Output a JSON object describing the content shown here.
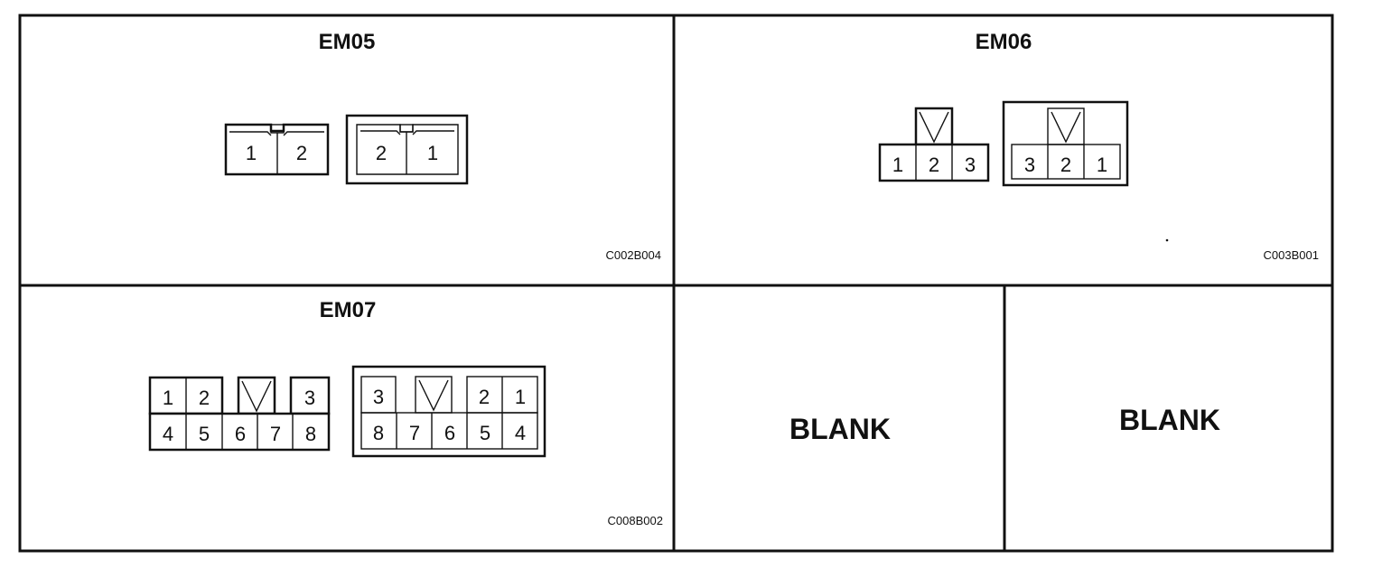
{
  "panels": {
    "em05": {
      "title": "EM05",
      "code": "C002B004",
      "left_pins": [
        "1",
        "2"
      ],
      "right_pins": [
        "2",
        "1"
      ]
    },
    "em06": {
      "title": "EM06",
      "code": "C003B001",
      "left_pins": [
        "1",
        "2",
        "3"
      ],
      "right_pins": [
        "3",
        "2",
        "1"
      ]
    },
    "em07": {
      "title": "EM07",
      "code": "C008B002",
      "left_top_pins": [
        "1",
        "2",
        "3"
      ],
      "left_bottom_pins": [
        "4",
        "5",
        "6",
        "7",
        "8"
      ],
      "right_top_pins": [
        "3",
        "2",
        "1"
      ],
      "right_bottom_pins": [
        "8",
        "7",
        "6",
        "5",
        "4"
      ]
    },
    "blank_left": {
      "label": "BLANK"
    },
    "blank_right": {
      "label": "BLANK"
    }
  }
}
